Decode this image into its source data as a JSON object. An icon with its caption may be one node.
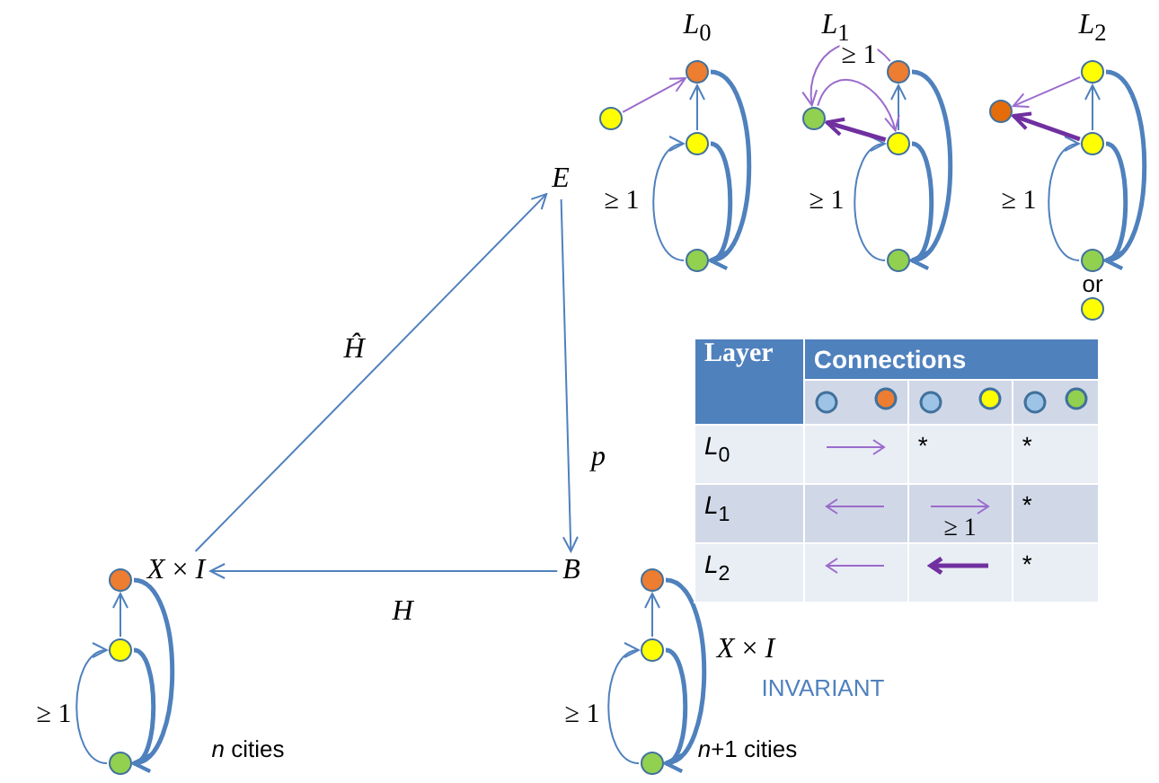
{
  "diagram": {
    "nodes": [
      {
        "text": [
          "*E*"
        ]
      },
      {
        "text": [
          "*X* × *I*"
        ]
      },
      {
        "text": [
          "*B*"
        ]
      },
      {
        "text": [],
        "shape": "circle"
      },
      {
        "text": [],
        "shape": "circle"
      },
      {
        "text": [],
        "shape": "circle"
      },
      {
        "text": [],
        "shape": "circle"
      },
      {
        "text": [],
        "shape": "circle"
      },
      {
        "text": [],
        "shape": "circle"
      },
      {
        "text": [],
        "shape": "circle"
      },
      {
        "text": [],
        "shape": "circle"
      },
      {
        "text": [],
        "shape": "circle"
      },
      {
        "text": [],
        "shape": "circle"
      },
      {
        "text": [],
        "shape": "circle"
      },
      {
        "text": [],
        "shape": "circle"
      },
      {
        "text": [],
        "shape": "circle"
      },
      {
        "text": [],
        "shape": "circle"
      },
      {
        "text": [],
        "shape": "circle"
      },
      {
        "text": [],
        "shape": "circle"
      },
      {
        "text": [],
        "shape": "circle"
      },
      {
        "text": [],
        "shape": "circle"
      },
      {
        "text": [],
        "shape": "circle"
      }
    ],
    "edges": [
      {
        "from": 1,
        "to": 0,
        "arrow": "to",
        "label": "*Ĥ*"
      },
      {
        "from": 0,
        "to": 2,
        "arrow": "to",
        "label": "*p*"
      },
      {
        "from": 2,
        "to": 1,
        "arrow": "to",
        "label": "*H*"
      },
      {
        "from": 5,
        "to": 4,
        "arrow": "to"
      },
      {
        "from": 6,
        "to": 5,
        "arrow": "to",
        "label": "≥ 1"
      },
      {
        "from": 5,
        "to": 6,
        "arrow": "to",
        "style": "thick"
      },
      {
        "from": 4,
        "to": 6,
        "arrow": "to",
        "style": "thick"
      },
      {
        "from": 3,
        "to": 4,
        "arrow": "to",
        "color": "#9b6bcc"
      },
      {
        "from": 9,
        "to": 8,
        "arrow": "to"
      },
      {
        "from": 10,
        "to": 9,
        "arrow": "to",
        "label": "≥ 1"
      },
      {
        "from": 9,
        "to": 10,
        "arrow": "to",
        "style": "thick"
      },
      {
        "from": 8,
        "to": 10,
        "arrow": "to",
        "style": "thick"
      },
      {
        "from": 8,
        "to": 7,
        "arrow": "to",
        "color": "#9b6bcc"
      },
      {
        "from": 7,
        "to": 9,
        "arrow": "to",
        "color": "#9b6bcc",
        "label": "≥ 1"
      },
      {
        "from": 9,
        "to": 7,
        "arrow": "to",
        "style": "thick",
        "color": "#7030a0"
      },
      {
        "from": 13,
        "to": 12,
        "arrow": "to"
      },
      {
        "from": 14,
        "to": 13,
        "arrow": "to",
        "label": "≥ 1"
      },
      {
        "from": 13,
        "to": 14,
        "arrow": "to",
        "style": "thick"
      },
      {
        "from": 12,
        "to": 14,
        "arrow": "to",
        "style": "thick"
      },
      {
        "from": 12,
        "to": 11,
        "arrow": "to",
        "color": "#9b6bcc"
      },
      {
        "from": 13,
        "to": 11,
        "arrow": "to",
        "style": "thick",
        "color": "#7030a0"
      },
      {
        "from": 17,
        "to": 16,
        "arrow": "to"
      },
      {
        "from": 18,
        "to": 17,
        "arrow": "to",
        "label": "≥ 1"
      },
      {
        "from": 17,
        "to": 18,
        "arrow": "to",
        "style": "thick"
      },
      {
        "from": 16,
        "to": 18,
        "arrow": "to",
        "style": "thick"
      },
      {
        "from": 20,
        "to": 19,
        "arrow": "to"
      },
      {
        "from": 21,
        "to": 20,
        "arrow": "to",
        "label": "≥ 1"
      },
      {
        "from": 20,
        "to": 21,
        "arrow": "to",
        "style": "thick"
      },
      {
        "from": 19,
        "to": 21,
        "arrow": "to",
        "style": "thick"
      }
    ],
    "labels": [
      "*L*$_{0}$",
      "*L*$_{1}$",
      "*L*$_{2}$",
      "or",
      "*n* cities",
      "*X* × *I*",
      "INVARIANT",
      "*n*+1 cities",
      "Layer",
      "Connections",
      "*L*$_{0}$",
      "*",
      "*",
      "*L*$_{1}$",
      "≥ 1",
      "*",
      "*L*$_{2}$",
      "*"
    ]
  }
}
